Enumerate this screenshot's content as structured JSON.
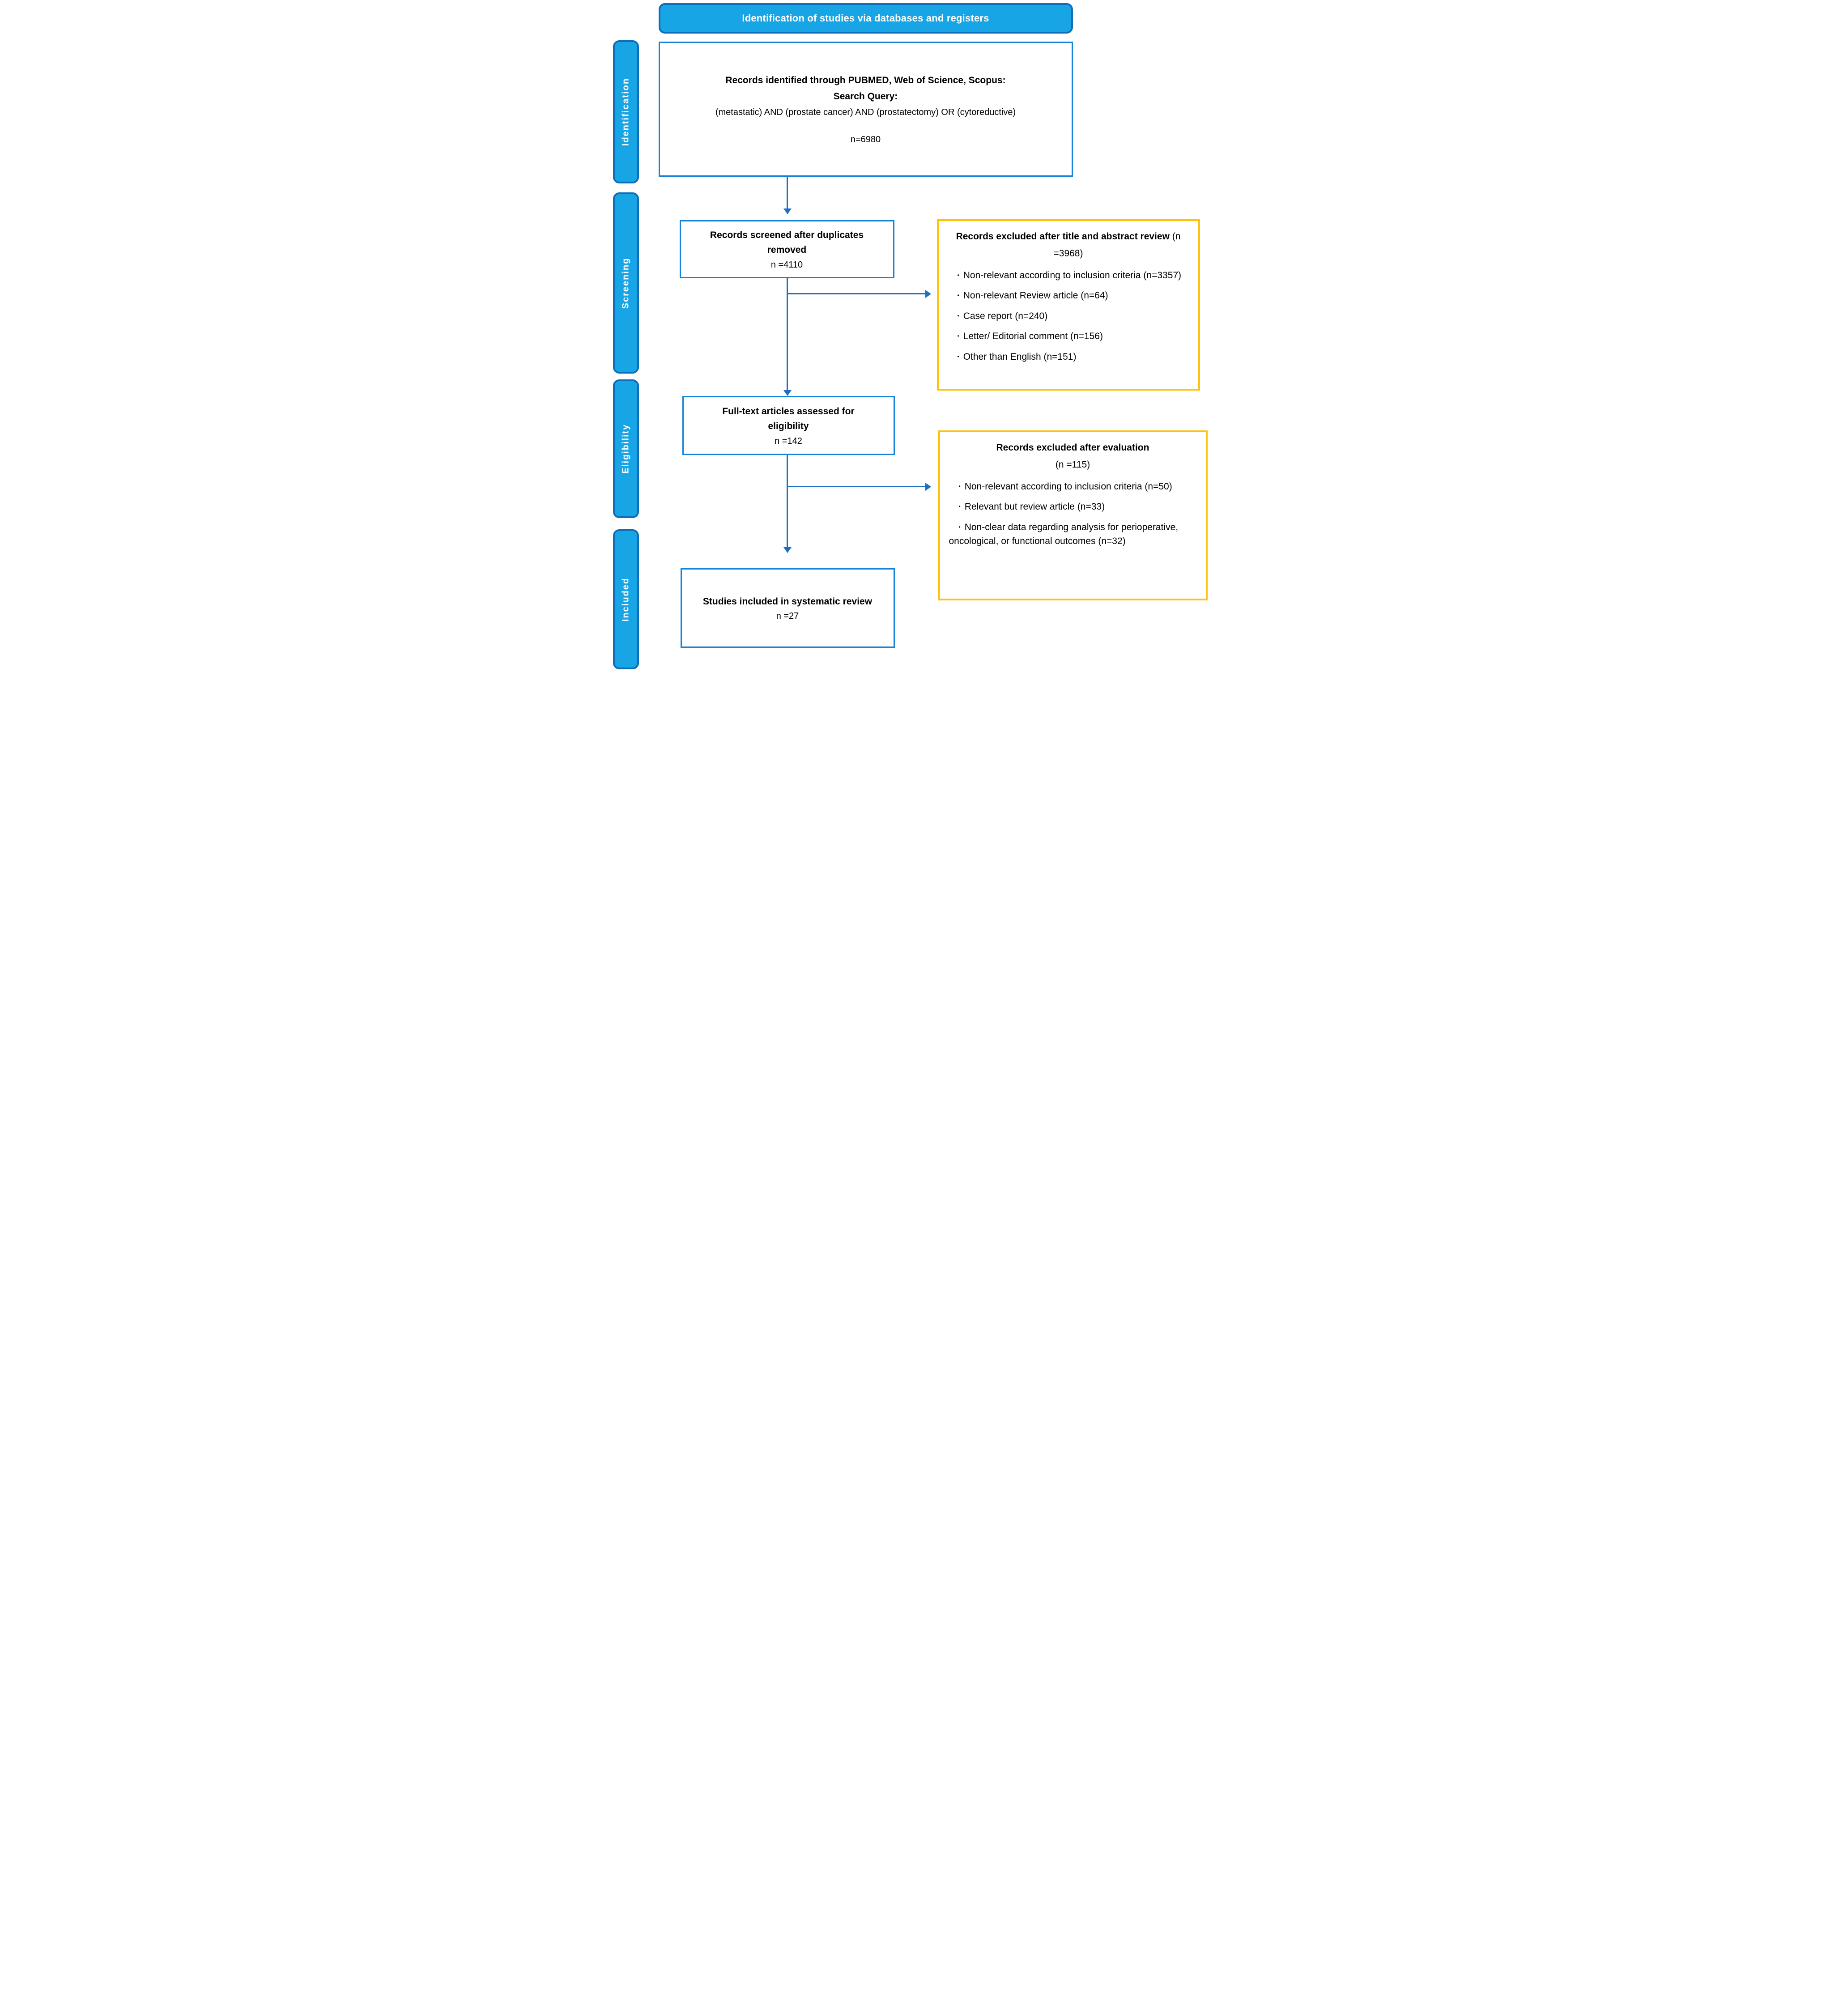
{
  "ui": {
    "bullet": "•"
  },
  "colors": {
    "stage_fill": "#18A5E5",
    "stage_border": "#0F6EB8",
    "box_border": "#1583D6",
    "arrow": "#1C6FC4",
    "exclusion_border": "#FFC20E",
    "text": "#000000",
    "banner_text": "#FFFFFF"
  },
  "banner": {
    "title": "Identification of studies via databases and registers"
  },
  "stages": [
    {
      "label": "Identification"
    },
    {
      "label": "Screening"
    },
    {
      "label": "Eligibility"
    },
    {
      "label": "Included"
    }
  ],
  "flow": {
    "identified": {
      "heading": "Records identified through PUBMED, Web of Science, Scopus:",
      "subheading": "Search Query:",
      "query": "(metastatic) AND (prostate cancer) AND (prostatectomy) OR (cytoreductive)",
      "count": "n=6980"
    },
    "screened": {
      "title": "Records screened after duplicates removed",
      "count": "n =4110"
    },
    "fulltext": {
      "title": "Full-text articles assessed for eligibility",
      "count": "n =142"
    },
    "included": {
      "title": "Studies included in systematic review",
      "count": "n =27"
    }
  },
  "exclusions": [
    {
      "title": "Records excluded after title and abstract review",
      "count": "(n =3968)",
      "items": [
        "Non-relevant according to inclusion criteria (n=3357)",
        "Non-relevant Review article (n=64)",
        "Case report (n=240)",
        "Letter/ Editorial comment (n=156)",
        "Other than English (n=151)"
      ]
    },
    {
      "title": "Records excluded after evaluation",
      "count": "(n =115)",
      "items": [
        "Non-relevant according to inclusion criteria (n=50)",
        "Relevant but review article (n=33)",
        "Non-clear data regarding analysis for perioperative, oncological, or functional outcomes (n=32)"
      ]
    }
  ]
}
